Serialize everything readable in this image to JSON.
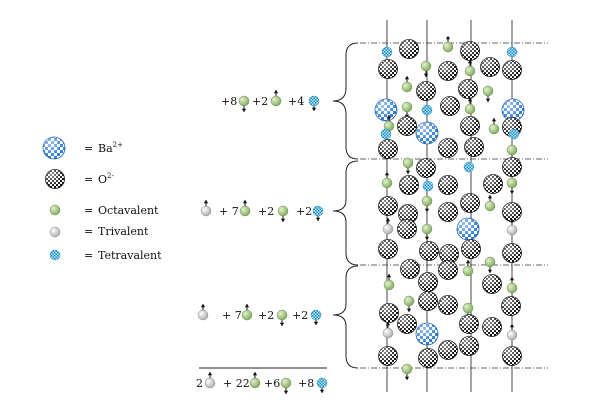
{
  "legend": [
    {
      "key": "ba",
      "eq": "=",
      "text": "Ba",
      "sup": "2+"
    },
    {
      "key": "o",
      "eq": "=",
      "text": "O",
      "sup": "2-"
    },
    {
      "key": "oct",
      "eq": "=",
      "text": "Octavalent"
    },
    {
      "key": "tri",
      "eq": "=",
      "text": "Trivalent"
    },
    {
      "key": "tet",
      "eq": "=",
      "text": "Tetravalent"
    }
  ],
  "equations": [
    {
      "terms": [
        {
          "coef": "+8",
          "ion": "oct"
        },
        {
          "coef": "+2",
          "ion": "oct"
        },
        {
          "coef": "+4",
          "ion": "tet"
        }
      ]
    },
    {
      "terms": [
        {
          "coef": "",
          "ion": "tri"
        },
        {
          "coef": "+ 7",
          "ion": "oct"
        },
        {
          "coef": "+2",
          "ion": "oct"
        },
        {
          "coef": "+2",
          "ion": "tet"
        }
      ]
    },
    {
      "terms": [
        {
          "coef": "",
          "ion": "tri"
        },
        {
          "coef": "+ 7",
          "ion": "oct"
        },
        {
          "coef": "+2",
          "ion": "oct"
        },
        {
          "coef": "+2",
          "ion": "tet"
        }
      ]
    }
  ],
  "total": {
    "terms": [
      {
        "coef": "2",
        "ion": "tri"
      },
      {
        "coef": "+ 22",
        "ion": "oct"
      },
      {
        "coef": "+6",
        "ion": "oct"
      },
      {
        "coef": "+8",
        "ion": "tet"
      }
    ]
  },
  "colors": {
    "ba_blue": "#2f7fd8",
    "oct_green": "#9cc27a",
    "tet_cyan": "#39a9d9",
    "tri_gray": "#c9c9c9",
    "dark": "#111111"
  }
}
